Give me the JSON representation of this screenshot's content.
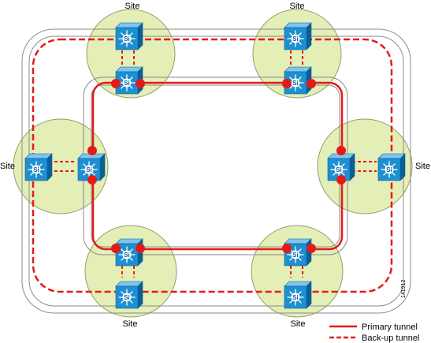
{
  "colors": {
    "site_fill": "#e3efb6",
    "site_stroke": "#8f9f6a",
    "ring_stroke": "#8a8a8a",
    "primary": "#e41a1a",
    "backup": "#e41a1a",
    "switch_face": "#1e90d2",
    "switch_top": "#7fc6ee",
    "switch_side": "#0a5f96"
  },
  "sites": [
    {
      "id": "top-left",
      "label": "Site"
    },
    {
      "id": "top-right",
      "label": "Site"
    },
    {
      "id": "left",
      "label": "Site"
    },
    {
      "id": "right",
      "label": "Site"
    },
    {
      "id": "bottom-left",
      "label": "Site"
    },
    {
      "id": "bottom-right",
      "label": "Site"
    }
  ],
  "switch_icon": "multilayer-switch-icon",
  "switch_label": "Si",
  "legend": {
    "primary_label": "Primary tunnel",
    "backup_label": "Back-up tunnel"
  },
  "figure_id": "141912"
}
